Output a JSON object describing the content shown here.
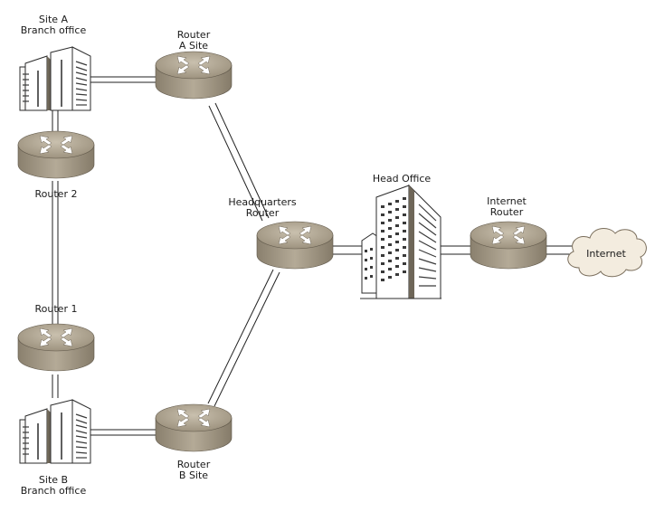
{
  "labels": {
    "site_a": [
      "Site A",
      "Branch office"
    ],
    "router_a_site": [
      "Router",
      "A Site"
    ],
    "router_2": "Router 2",
    "hq_router": [
      "Headquarters",
      "Router"
    ],
    "head_office": "Head Office",
    "internet_router": [
      "Internet",
      "Router"
    ],
    "internet": "Internet",
    "router_1": "Router 1",
    "site_b": [
      "Site B",
      "Branch office"
    ],
    "router_b_site": [
      "Router",
      "B Site"
    ]
  },
  "colors": {
    "router_body": "#a39884",
    "router_top": "#b7ae9c",
    "router_dark": "#6b6253",
    "building_fill": "#ffffff",
    "building_stroke": "#2b2b2b",
    "building_shadow": "#7d7468",
    "link": "#222222",
    "cloud_fill": "#f3ecdf",
    "cloud_stroke": "#7a6e5c"
  },
  "icons": [
    "router-icon",
    "building-icon",
    "office-tower-icon",
    "cloud-icon"
  ]
}
